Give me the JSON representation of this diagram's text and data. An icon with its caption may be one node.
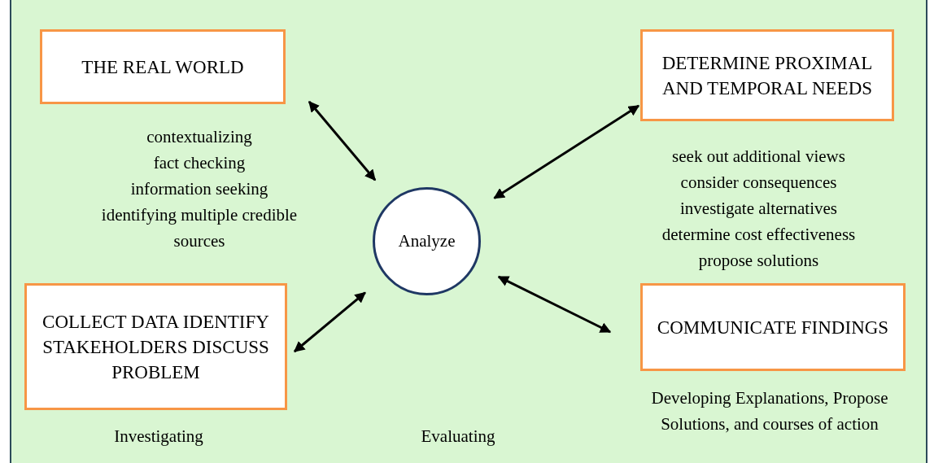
{
  "diagram": {
    "nodes": [
      {
        "text": [
          "THE REAL WORLD"
        ],
        "beside": [
          "contextualizing",
          "fact checking",
          "information seeking",
          "identifying multiple credible sources"
        ]
      },
      {
        "text": [
          "DETERMINE PROXIMAL AND TEMPORAL NEEDS"
        ],
        "beside": [
          "seek out additional views",
          "consider consequences",
          "investigate alternatives",
          "determine cost effectiveness",
          "propose solutions"
        ]
      },
      {
        "text": [
          "Analyze"
        ]
      },
      {
        "text": [
          "COLLECT DATA IDENTIFY STAKEHOLDERS DISCUSS PROBLEM"
        ]
      },
      {
        "text": [
          "COMMUNICATE FINDINGS"
        ],
        "beside": [
          "Developing Explanations, Propose Solutions, and courses of action"
        ]
      }
    ],
    "edges": [
      {
        "from": 0,
        "to": 2,
        "arrow": "both"
      },
      {
        "from": 1,
        "to": 2,
        "arrow": "both"
      },
      {
        "from": 3,
        "to": 2,
        "arrow": "both"
      },
      {
        "from": 4,
        "to": 2,
        "arrow": "both"
      }
    ],
    "labels": [
      "Investigating",
      "Evaluating"
    ]
  }
}
